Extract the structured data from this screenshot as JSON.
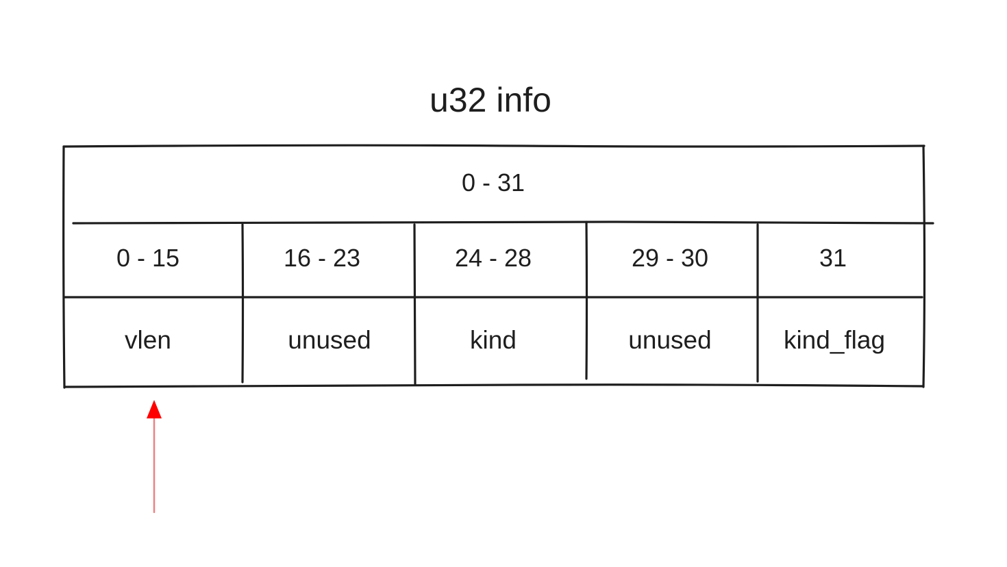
{
  "title": "u32 info",
  "full_range": "0 - 31",
  "fields": [
    {
      "bits": "0 - 15",
      "name": "vlen"
    },
    {
      "bits": "16 - 23",
      "name": "unused"
    },
    {
      "bits": "24 - 28",
      "name": "kind"
    },
    {
      "bits": "29 - 30",
      "name": "unused"
    },
    {
      "bits": "31",
      "name": "kind_flag"
    }
  ],
  "pointer": {
    "target_field": "vlen",
    "color": "#ff0000",
    "shaft_color": "#f08080"
  },
  "colors": {
    "stroke": "#1e1e1e",
    "background": "#ffffff"
  }
}
